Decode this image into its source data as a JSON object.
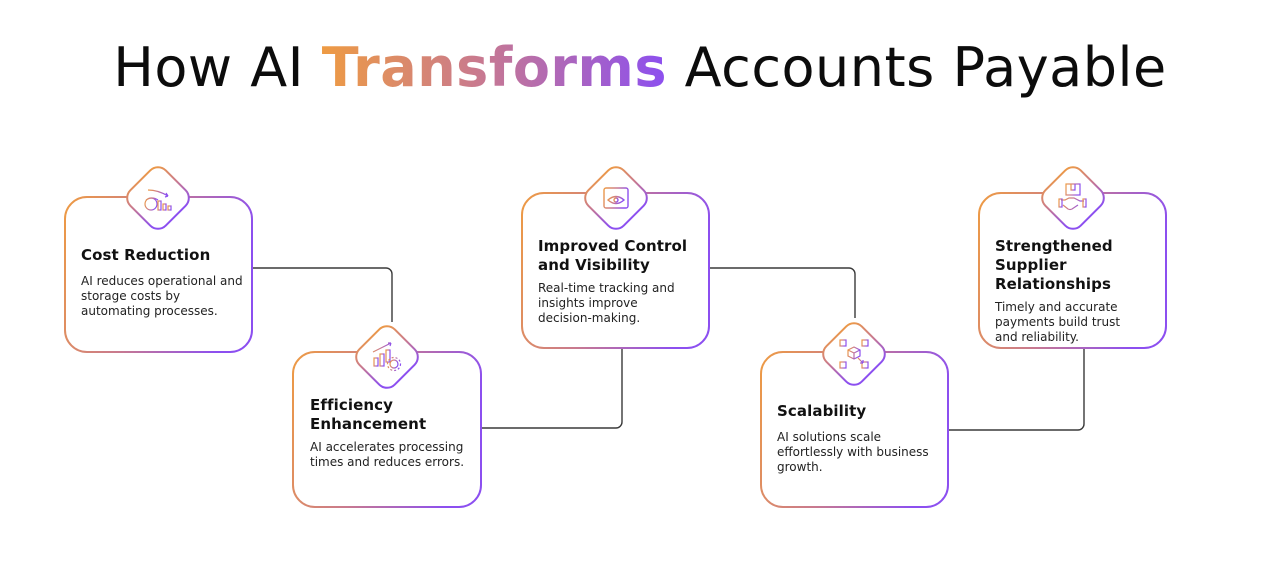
{
  "header": {
    "title_prefix": "How AI",
    "title_highlight": "Transforms",
    "title_suffix": "Accounts Payable"
  },
  "colors": {
    "gradient_start": "#ee9b43",
    "gradient_mid": "#c97a8e",
    "gradient_end": "#8c4ff0",
    "connector": "#3a3a3a",
    "text": "#111111"
  },
  "steps": [
    {
      "title": "Cost Reduction",
      "description": "AI reduces operational and storage costs by automating processes.",
      "icon": "money-bag-chart-down-icon"
    },
    {
      "title": "Efficiency Enhancement",
      "description": "AI accelerates processing times and reduces errors.",
      "icon": "chart-gear-icon"
    },
    {
      "title": "Improved Control and Visibility",
      "description": "Real-time tracking and insights improve decision-making.",
      "icon": "window-eye-icon"
    },
    {
      "title": "Scalability",
      "description": "AI solutions scale effortlessly with business growth.",
      "icon": "cube-expand-icon"
    },
    {
      "title": "Strengthened Supplier Relationships",
      "description": "Timely and accurate payments build trust and reliability.",
      "icon": "box-handshake-icon"
    }
  ]
}
